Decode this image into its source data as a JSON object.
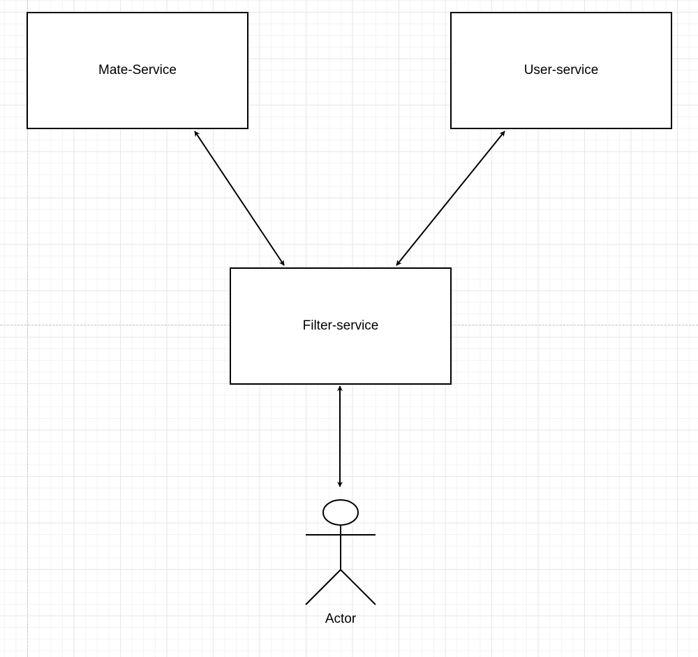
{
  "diagram": {
    "nodes": {
      "mate_service": "Mate-Service",
      "user_service": "User-service",
      "filter_service": "Filter-service",
      "actor": "Actor"
    },
    "edges": [
      {
        "from": "Mate-Service",
        "to": "Filter-service",
        "direction": "bidirectional"
      },
      {
        "from": "User-service",
        "to": "Filter-service",
        "direction": "bidirectional"
      },
      {
        "from": "Filter-service",
        "to": "Actor",
        "direction": "bidirectional"
      }
    ],
    "colors": {
      "stroke": "#000000",
      "fill": "#ffffff",
      "grid": "#e6e6e6"
    }
  }
}
